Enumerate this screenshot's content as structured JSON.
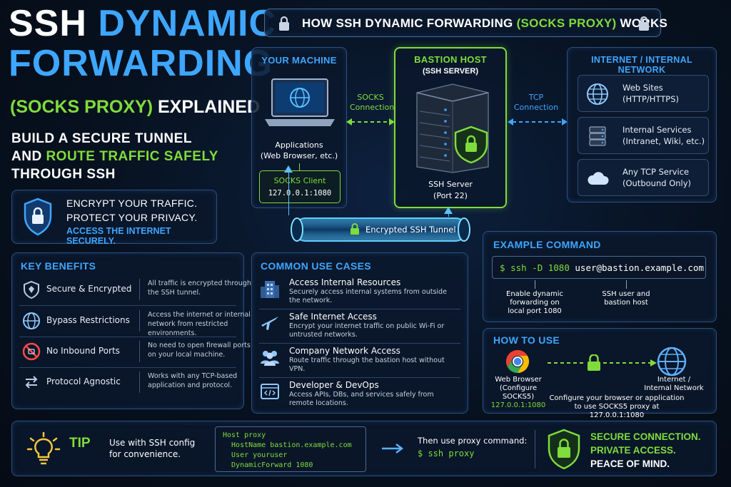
{
  "title": {
    "line1_white": "SSH",
    "line1_blue": "DYNAMIC",
    "line2_blue": "FORWARDING",
    "line3_green": "(SOCKS PROXY)",
    "line3_white": "EXPLAINED"
  },
  "subtitle": {
    "line1": "BUILD A SECURE TUNNEL",
    "line2_white": "AND",
    "line2_green": "ROUTE TRAFFIC SAFELY",
    "line3": "THROUGH SSH"
  },
  "encrypt_box": {
    "line1": "ENCRYPT YOUR TRAFFIC.",
    "line2": "PROTECT YOUR PRIVACY.",
    "line3": "ACCESS THE INTERNET SECURELY."
  },
  "banner": {
    "pre": "HOW SSH DYNAMIC FORWARDING",
    "green": "(SOCKS PROXY)",
    "post": "WORKS"
  },
  "your_machine": {
    "header": "YOUR MACHINE",
    "app_line1": "Applications",
    "app_line2": "(Web Browser, etc.)",
    "client_line1": "SOCKS Client",
    "client_line2": "127.0.0.1:1080"
  },
  "bastion": {
    "header_line1": "BASTION HOST",
    "header_line2": "(SSH SERVER)",
    "server_line1": "SSH Server",
    "server_line2": "(Port 22)"
  },
  "socks_conn": {
    "line1": "SOCKS",
    "line2": "Connection"
  },
  "tcp_conn": {
    "line1": "TCP",
    "line2": "Connection"
  },
  "tunnel_label": "Encrypted SSH Tunnel",
  "internet": {
    "header": "INTERNET / INTERNAL NETWORK",
    "items": [
      {
        "line1": "Web Sites",
        "line2": "(HTTP/HTTPS)",
        "icon": "globe-icon"
      },
      {
        "line1": "Internal Services",
        "line2": "(Intranet, Wiki, etc.)",
        "icon": "server-rack-icon"
      },
      {
        "line1": "Any TCP Service",
        "line2": "(Outbound Only)",
        "icon": "cloud-icon"
      }
    ]
  },
  "benefits": {
    "header": "KEY BENEFITS",
    "items": [
      {
        "label": "Secure & Encrypted",
        "desc": "All traffic is encrypted through the SSH tunnel.",
        "icon": "shield-icon"
      },
      {
        "label": "Bypass Restrictions",
        "desc": "Access the internet or internal network from restricted environments.",
        "icon": "globe-icon"
      },
      {
        "label": "No Inbound Ports",
        "desc": "No need to open firewall ports on your local machine.",
        "icon": "no-entry-icon"
      },
      {
        "label": "Protocol Agnostic",
        "desc": "Works with any TCP-based application and protocol.",
        "icon": "swap-arrows-icon"
      }
    ]
  },
  "use_cases": {
    "header": "COMMON USE CASES",
    "items": [
      {
        "title": "Access Internal Resources",
        "desc": "Securely access internal systems from outside the network.",
        "icon": "building-icon"
      },
      {
        "title": "Safe Internet Access",
        "desc": "Encrypt your internet traffic on public Wi-Fi or untrusted networks.",
        "icon": "airplane-icon"
      },
      {
        "title": "Company Network Access",
        "desc": "Route traffic through the bastion host without VPN.",
        "icon": "users-icon"
      },
      {
        "title": "Developer & DevOps",
        "desc": "Access APIs, DBs, and services safely from remote locations.",
        "icon": "code-window-icon"
      }
    ]
  },
  "example": {
    "header": "EXAMPLE COMMAND",
    "prompt": "$",
    "cmd": "ssh -D 1080",
    "target": "user@bastion.example.com",
    "note1_line1": "Enable dynamic",
    "note1_line2": "forwarding on",
    "note1_line3": "local port 1080",
    "note2_line1": "SSH user and",
    "note2_line2": "bastion host"
  },
  "how_to_use": {
    "header": "HOW TO USE",
    "browser_line1": "Web Browser",
    "browser_line2": "(Configure SOCKS5)",
    "browser_line3": "127.0.0.1:1080",
    "internet_line1": "Internet /",
    "internet_line2": "Internal Network",
    "note_line1": "Configure your browser or application",
    "note_line2": "to use SOCKS5 proxy at 127.0.0.1:1080"
  },
  "tip": {
    "label": "TIP",
    "text_line1": "Use with SSH config",
    "text_line2": "for convenience.",
    "config": [
      "Host proxy",
      "  HostName bastion.example.com",
      "  User youruser",
      "  DynamicForward 1080"
    ],
    "then": "Then use proxy command:",
    "then_cmd": "$ ssh proxy"
  },
  "secure": {
    "line1": "SECURE CONNECTION.",
    "line2": "PRIVATE ACCESS.",
    "line3": "PEACE OF MIND."
  },
  "colors": {
    "blue": "#3ea6ff",
    "green": "#7fdc3c",
    "background": "#07111f"
  }
}
